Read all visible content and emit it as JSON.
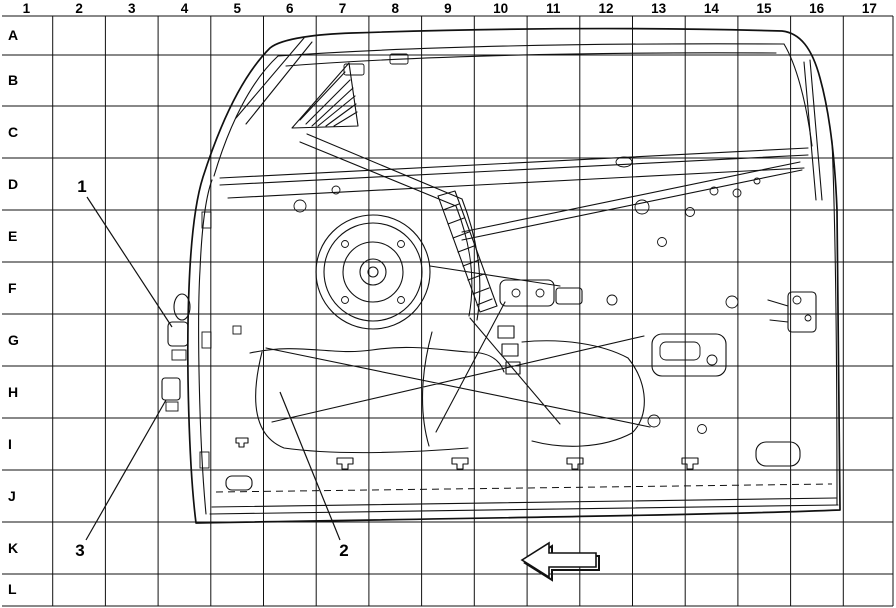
{
  "grid": {
    "columns": [
      "1",
      "2",
      "3",
      "4",
      "5",
      "6",
      "7",
      "8",
      "9",
      "10",
      "11",
      "12",
      "13",
      "14",
      "15",
      "16",
      "17"
    ],
    "rows": [
      "A",
      "B",
      "C",
      "D",
      "E",
      "F",
      "G",
      "H",
      "I",
      "J",
      "K",
      "L"
    ]
  },
  "callouts": [
    {
      "label": "1"
    },
    {
      "label": "2"
    },
    {
      "label": "3"
    }
  ],
  "colors": {
    "ink": "#111111",
    "background": "#ffffff"
  }
}
